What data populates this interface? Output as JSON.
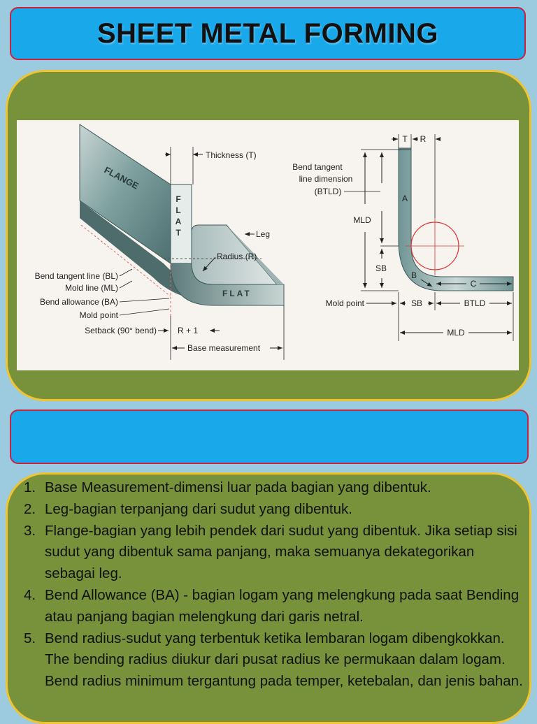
{
  "header": {
    "title": "SHEET METAL FORMING"
  },
  "figure_left": {
    "flange": "FLANGE",
    "flat_vertical": [
      "F",
      "L",
      "A",
      "T"
    ],
    "flat_horizontal": "FLAT",
    "thickness": "Thickness (T)",
    "leg": "Leg",
    "radius": "Radius (R)",
    "bend_tangent_line": "Bend tangent line (BL)",
    "mold_line": "Mold line (ML)",
    "bend_allowance": "Bend allowance (BA)",
    "mold_point": "Mold point",
    "setback": "Setback (90° bend)",
    "r_plus_1": "R + 1",
    "base_measurement": "Base measurement"
  },
  "figure_right": {
    "t": "T",
    "r": "R",
    "btld_line1": "Bend tangent",
    "btld_line2": "line dimension",
    "btld_line3": "(BTLD)",
    "mld_vertical": "MLD",
    "a": "A",
    "sb_vertical": "SB",
    "b": "B",
    "c": "C",
    "mold_point": "Mold point",
    "sb_horizontal": "SB",
    "btld_horizontal": "BTLD",
    "mld_horizontal": "MLD"
  },
  "definitions": [
    {
      "num": "1.",
      "text": "Base Measurement-dimensi luar pada bagian yang dibentuk."
    },
    {
      "num": "2.",
      "text": "Leg-bagian terpanjang dari sudut yang dibentuk."
    },
    {
      "num": "3.",
      "text": "Flange-bagian yang lebih pendek dari sudut yang dibentuk. Jika setiap sisi sudut yang dibentuk sama panjang, maka semuanya dekategorikan sebagai leg."
    },
    {
      "num": "4.",
      "text": "Bend Allowance (BA) - bagian logam yang melengkung pada saat Bending atau panjang bagian melengkung dari garis netral."
    },
    {
      "num": "5.",
      "text": "Bend radius-sudut yang terbentuk ketika lembaran logam dibengkokkan. The bending radius diukur dari pusat radius ke permukaan dalam logam. Bend radius  minimum tergantung pada temper, ketebalan, dan jenis bahan."
    }
  ]
}
